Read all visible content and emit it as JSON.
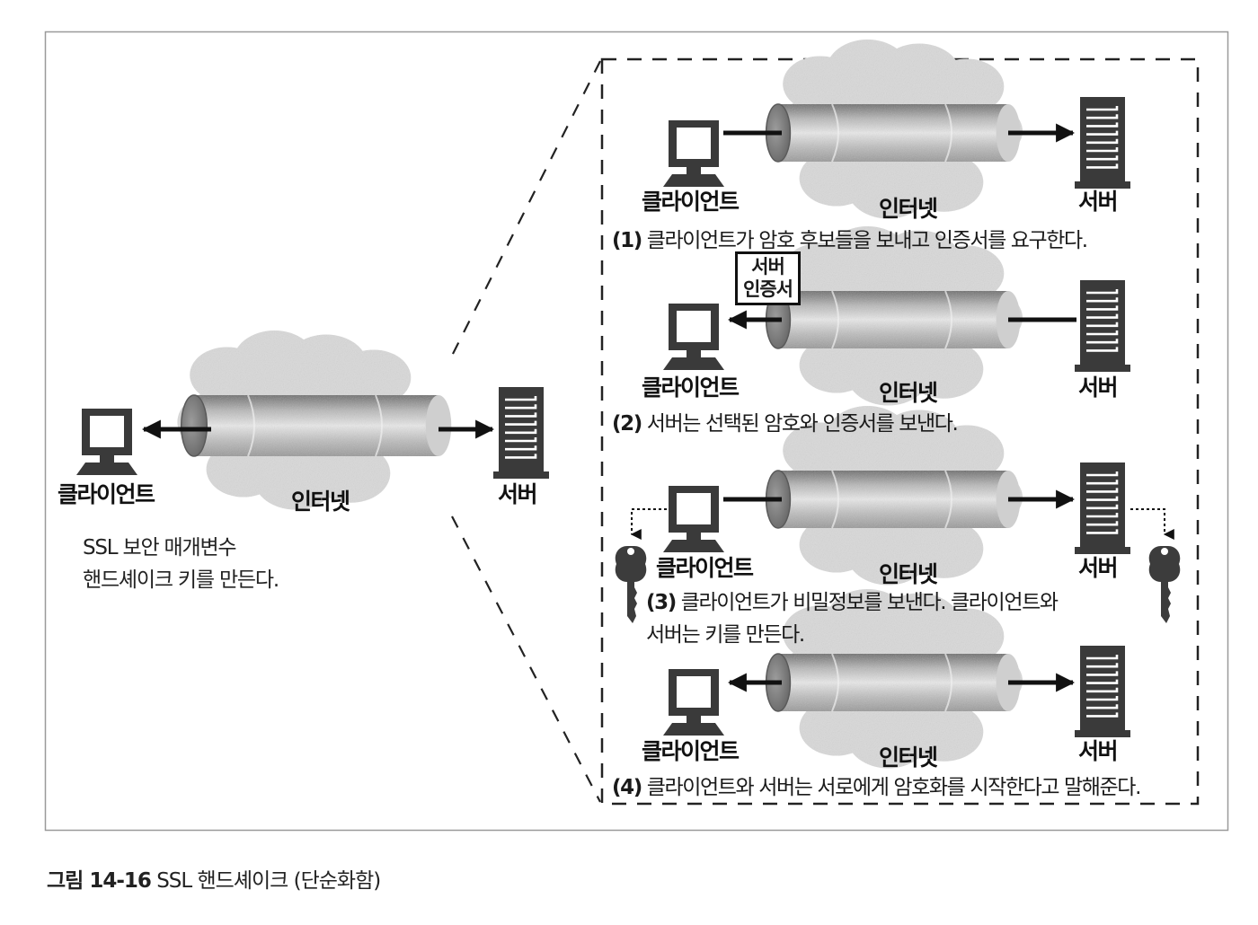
{
  "colors": {
    "ink": "#1a1a1a",
    "icon_fill": "#3a3a3a",
    "cloud": "#d9d9d9",
    "pipe_dark": "#8a8a8a",
    "pipe_light": "#e4e4e4",
    "frame": "#9a9a9a"
  },
  "overview": {
    "client_label": "클라이언트",
    "internet_label": "인터넷",
    "server_label": "서버",
    "description_line1": "SSL 보안 매개변수",
    "description_line2": "핸드셰이크 키를 만든다."
  },
  "steps": [
    {
      "number": "(1)",
      "client_label": "클라이언트",
      "internet_label": "인터넷",
      "server_label": "서버",
      "direction": "client-to-server",
      "text": "클라이언트가 암호 후보들을 보내고 인증서를 요구한다."
    },
    {
      "number": "(2)",
      "client_label": "클라이언트",
      "internet_label": "인터넷",
      "server_label": "서버",
      "direction": "server-to-client",
      "attachment_line1": "서버",
      "attachment_line2": "인증서",
      "text": "서버는 선택된 암호와 인증서를 보낸다."
    },
    {
      "number": "(3)",
      "client_label": "클라이언트",
      "internet_label": "인터넷",
      "server_label": "서버",
      "direction": "client-to-server",
      "keys": [
        "client-key",
        "server-key"
      ],
      "text_line1": "클라이언트가 비밀정보를 보낸다. 클라이언트와",
      "text_line2": "서버는 키를 만든다."
    },
    {
      "number": "(4)",
      "client_label": "클라이언트",
      "internet_label": "인터넷",
      "server_label": "서버",
      "direction": "bidirectional",
      "text": "클라이언트와 서버는 서로에게 암호화를 시작한다고 말해준다."
    }
  ],
  "caption": {
    "figure_number": "그림 14-16",
    "title": "SSL 핸드셰이크 (단순화함)"
  }
}
